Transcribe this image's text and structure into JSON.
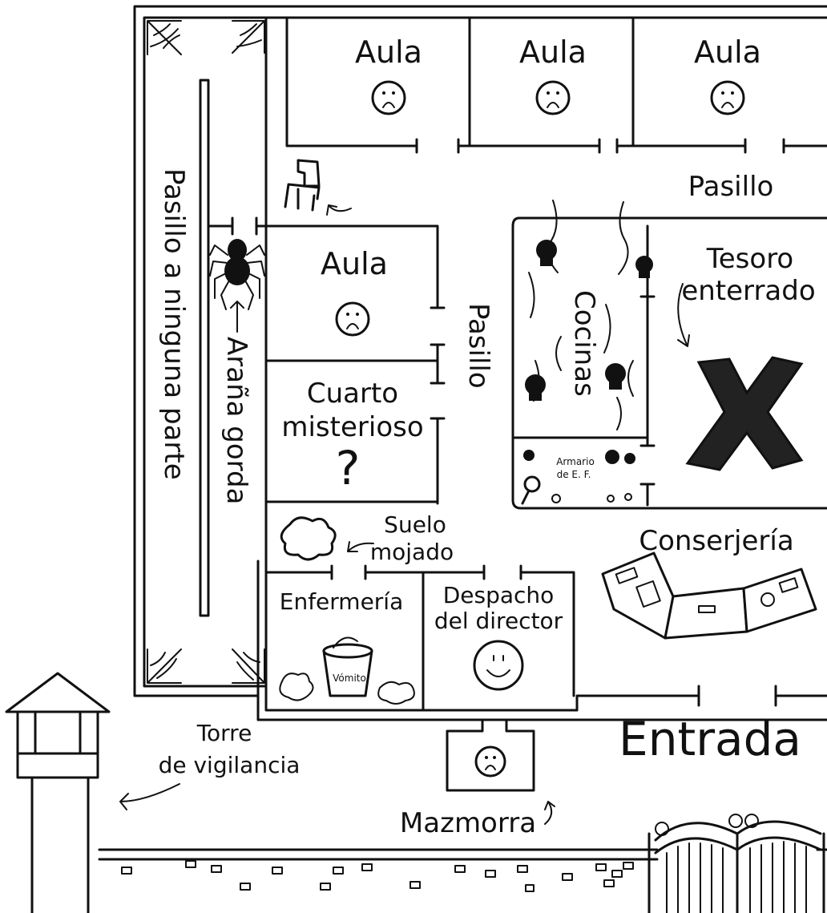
{
  "rooms": {
    "classroom_1": "Aula",
    "classroom_2": "Aula",
    "classroom_3": "Aula",
    "classroom_4": "Aula",
    "corridor_top": "Pasillo",
    "corridor_mid": "Pasillo",
    "corridor_nowhere": "Pasillo a ninguna parte",
    "mystery_room_1": "Cuarto",
    "mystery_room_2": "misterioso",
    "mystery_mark": "?",
    "kitchens": "Cocinas",
    "pe_closet_1": "Armario",
    "pe_closet_2": "de E. F.",
    "infirmary": "Enfermería",
    "vomit": "Vómito",
    "principal_office_1": "Despacho",
    "principal_office_2": "del director",
    "dungeon": "Mazmorra",
    "janitor": "Conserjería",
    "entrance": "Entrada"
  },
  "annotations": {
    "big_spider": "Araña gorda",
    "wet_floor_1": "Suelo",
    "wet_floor_2": "mojado",
    "treasure_1": "Tesoro",
    "treasure_2": "enterrado",
    "watchtower_1": "Torre",
    "watchtower_2": "de vigilancia"
  }
}
